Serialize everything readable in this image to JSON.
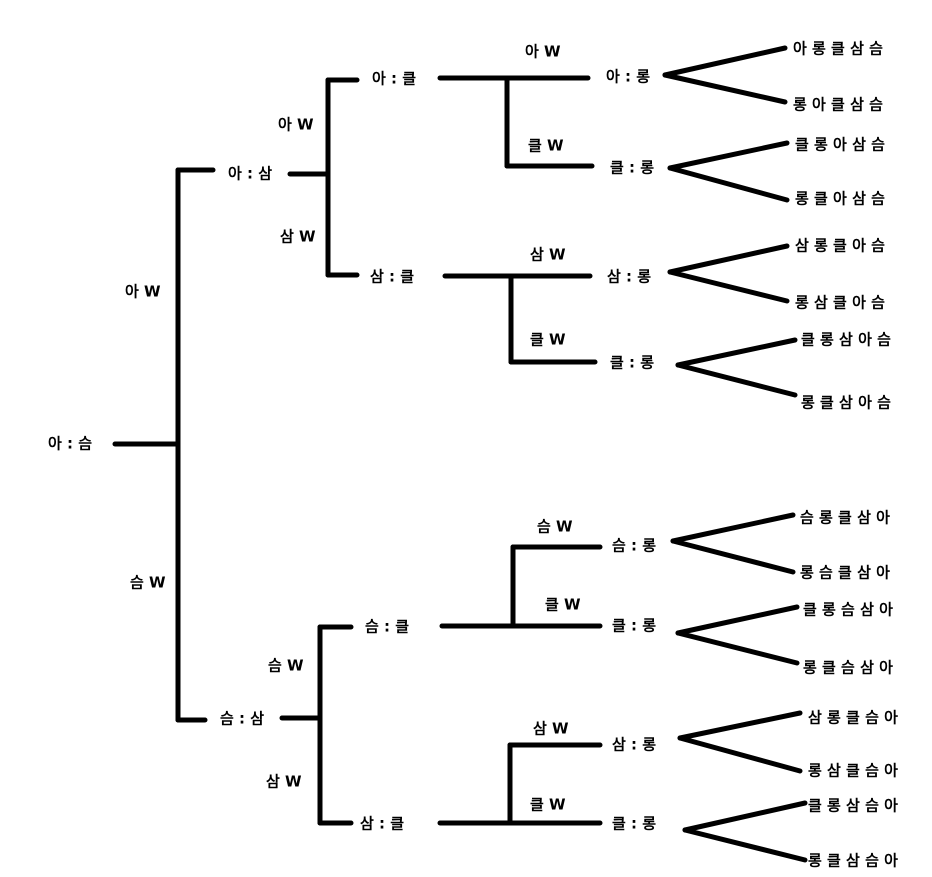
{
  "root": {
    "label": "아 : 슴",
    "win_labels": [
      "아 W",
      "슴 W"
    ]
  },
  "semis": [
    {
      "label": "아 : 삼",
      "win_labels": [
        "아 W",
        "삼 W"
      ]
    },
    {
      "label": "슴 : 삼",
      "win_labels": [
        "슴 W",
        "삼 W"
      ]
    }
  ],
  "quarters": [
    {
      "label": "아 : 클",
      "win_labels": [
        "아 W",
        "클 W"
      ]
    },
    {
      "label": "삼 : 클",
      "win_labels": [
        "삼 W",
        "클 W"
      ]
    },
    {
      "label": "슴 : 클",
      "win_labels": [
        "슴 W",
        "클 W"
      ]
    },
    {
      "label": "삼 : 클",
      "win_labels": [
        "삼 W",
        "클 W"
      ]
    }
  ],
  "finals": [
    {
      "label": "아 : 롱",
      "outcomes": [
        "아 롱 클 삼 슴",
        "롱 아 클 삼 슴"
      ]
    },
    {
      "label": "클 : 롱",
      "outcomes": [
        "클 롱 아 삼 슴",
        "롱 클 아 삼 슴"
      ]
    },
    {
      "label": "삼 : 롱",
      "outcomes": [
        "삼 롱 클 아 슴",
        "롱 삼 클 아 슴"
      ]
    },
    {
      "label": "클 : 롱",
      "outcomes": [
        "클 롱 삼 아 슴",
        "롱 클 삼 아 슴"
      ]
    },
    {
      "label": "슴 : 롱",
      "outcomes": [
        "슴 롱 클 삼 아",
        "롱 슴 클 삼 아"
      ]
    },
    {
      "label": "클 : 롱",
      "outcomes": [
        "클 롱 슴 삼 아",
        "롱 클 슴 삼 아"
      ]
    },
    {
      "label": "삼 : 롱",
      "outcomes": [
        "삼 롱 클 슴 아",
        "롱 삼 클 슴 아"
      ]
    },
    {
      "label": "클 : 롱",
      "outcomes": [
        "클 롱 삼 슴 아",
        "롱 클 삼 슴 아"
      ]
    }
  ]
}
